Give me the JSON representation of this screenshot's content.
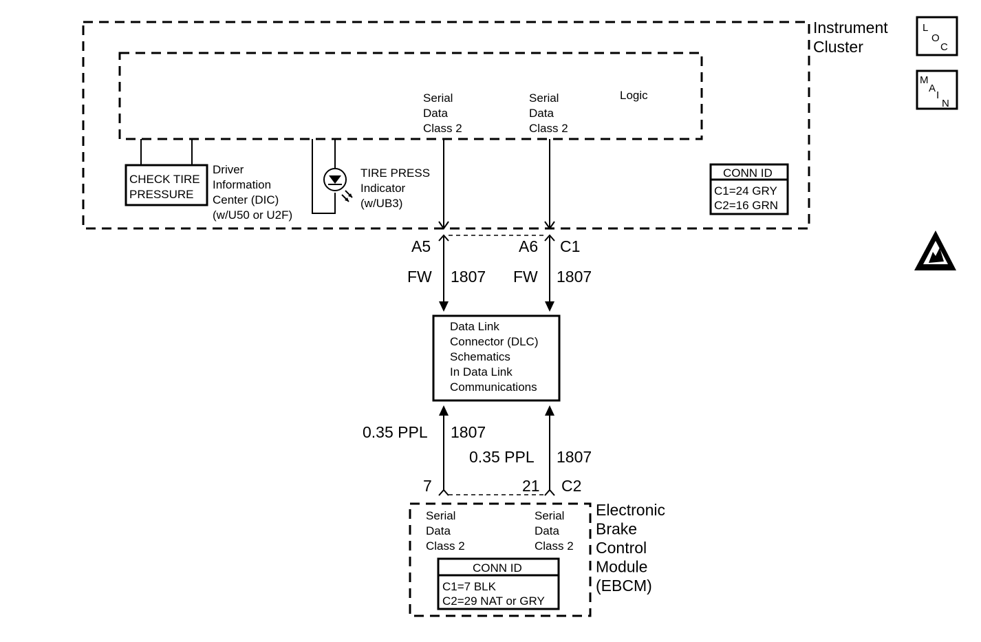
{
  "instrument_cluster": {
    "title_line1": "Instrument",
    "title_line2": "Cluster",
    "logic_label": "Logic",
    "serial_a": [
      "Serial",
      "Data",
      "Class 2"
    ],
    "serial_b": [
      "Serial",
      "Data",
      "Class 2"
    ],
    "dic_display": [
      "CHECK TIRE",
      "PRESSURE"
    ],
    "dic_label": [
      "Driver",
      "Information",
      "Center (DIC)",
      "(w/U50 or U2F)"
    ],
    "indicator_label": [
      "TIRE PRESS",
      "Indicator",
      "(w/UB3)"
    ],
    "conn_id": {
      "title": "CONN ID",
      "lines": [
        "C1=24 GRY",
        "C2=16 GRN"
      ]
    }
  },
  "upper_wires": {
    "left": {
      "pin": "A5",
      "color": "FW",
      "circuit": "1807"
    },
    "right": {
      "pin": "A6",
      "connector": "C1",
      "color": "FW",
      "circuit": "1807"
    }
  },
  "dlc": {
    "lines": [
      "Data Link",
      "Connector (DLC)",
      "Schematics",
      "In Data Link",
      "Communications"
    ]
  },
  "lower_wires": {
    "left": {
      "size_color": "0.35 PPL",
      "circuit": "1807",
      "pin": "7"
    },
    "right": {
      "size_color": "0.35 PPL",
      "circuit": "1807",
      "pin": "21",
      "connector": "C2"
    }
  },
  "ebcm": {
    "title": [
      "Electronic",
      "Brake",
      "Control",
      "Module",
      "(EBCM)"
    ],
    "serial_a": [
      "Serial",
      "Data",
      "Class 2"
    ],
    "serial_b": [
      "Serial",
      "Data",
      "Class 2"
    ],
    "conn_id": {
      "title": "CONN ID",
      "lines": [
        "C1=7 BLK",
        "C2=29 NAT or GRY"
      ]
    }
  },
  "side_icons": {
    "loc": [
      "L",
      "O",
      "C"
    ],
    "main": [
      "M",
      "A",
      "I",
      "N"
    ]
  }
}
